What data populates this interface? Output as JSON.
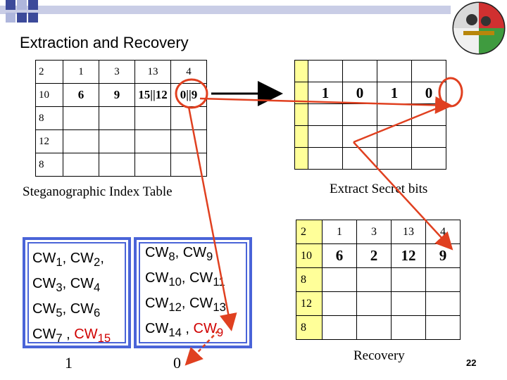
{
  "title": "Extraction and Recovery",
  "stego_table": {
    "caption": "Steganographic Index Table",
    "rows": [
      [
        "2",
        "1",
        "3",
        "13",
        "4"
      ],
      [
        "10",
        "6",
        "9",
        "15||12",
        "0||9"
      ],
      [
        "8",
        "",
        "",
        "",
        ""
      ],
      [
        "12",
        "",
        "",
        "",
        ""
      ],
      [
        "8",
        "",
        "",
        "",
        ""
      ]
    ]
  },
  "secret_table": {
    "caption": "Extract Secret bits",
    "rows": [
      [
        "",
        "",
        "",
        "",
        ""
      ],
      [
        "",
        "1",
        "0",
        "1",
        "0"
      ],
      [
        "",
        "",
        "",
        "",
        ""
      ],
      [
        "",
        "",
        "",
        "",
        ""
      ],
      [
        "",
        "",
        "",
        "",
        ""
      ]
    ]
  },
  "recovery_table": {
    "caption": "Recovery",
    "rows": [
      [
        "2",
        "1",
        "3",
        "13",
        "4"
      ],
      [
        "10",
        "6",
        "2",
        "12",
        "9"
      ],
      [
        "8",
        "",
        "",
        "",
        ""
      ],
      [
        "12",
        "",
        "",
        "",
        ""
      ],
      [
        "8",
        "",
        "",
        "",
        ""
      ]
    ]
  },
  "cw_box_left": {
    "lines": [
      {
        "a": "CW",
        "as": "1",
        "sep": ", ",
        "b": "CW",
        "bs": "2",
        "tail": ","
      },
      {
        "a": "CW",
        "as": "3",
        "sep": ", ",
        "b": "CW",
        "bs": "4",
        "tail": ""
      },
      {
        "a": "CW",
        "as": "5",
        "sep": ", ",
        "b": "CW",
        "bs": "6",
        "tail": ""
      },
      {
        "a": "CW",
        "as": "7",
        "sep": " , ",
        "b": "CW",
        "bs": "15",
        "tail": ""
      }
    ],
    "bit": "1"
  },
  "cw_box_right": {
    "lines": [
      {
        "a": "CW",
        "as": "8",
        "sep": ", ",
        "b": "CW",
        "bs": "9",
        "tail": ""
      },
      {
        "a": "CW",
        "as": "10",
        "sep": ", ",
        "b": "CW",
        "bs": "11",
        "tail": ""
      },
      {
        "a": "CW",
        "as": "12",
        "sep": ", ",
        "b": "CW",
        "bs": "13",
        "tail": ""
      },
      {
        "a": "CW",
        "as": "14",
        "sep": " , ",
        "b": "CW",
        "bs": "9",
        "tail": ""
      }
    ],
    "bit": "0"
  },
  "page_number": "22",
  "colors": {
    "accent_red": "#e04020",
    "box_blue": "#4a64d8",
    "yellow": "#ffff99"
  }
}
